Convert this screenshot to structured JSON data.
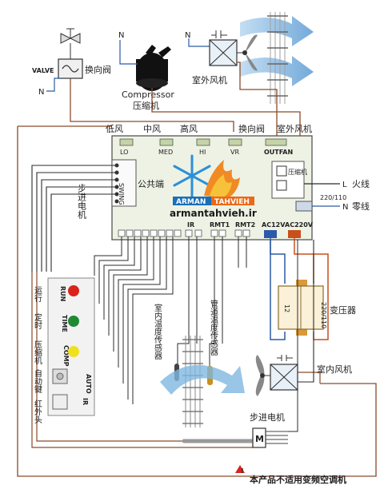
{
  "valve": {
    "tag": "VALVE",
    "name": "换向阀",
    "neutral": "N"
  },
  "compressor": {
    "name_en": "Compressor",
    "name_cn": "压缩机",
    "neutral": "N"
  },
  "outdoor_fan": {
    "name": "室外风机",
    "neutral": "N"
  },
  "board_top_labels": {
    "low": "低风",
    "mid": "中风",
    "high": "高风",
    "valve": "换向阀",
    "outfan": "室外风机"
  },
  "board": {
    "lo": "LO",
    "med": "MED",
    "hi": "HI",
    "vr": "VR",
    "outfan": "OUTFAN",
    "swing": "SWING",
    "common": "公共端",
    "ir": "IR",
    "rmt1": "RMT1",
    "rmt2": "RMT2",
    "ac12v": "AC12V",
    "ac220v": "AC220V",
    "relay_label": "压缩机"
  },
  "stepper_left": "步进电机",
  "power": {
    "live": "L",
    "live_cn": "火线",
    "neutral": "N",
    "neutral_cn": "零线",
    "voltage": "220/110"
  },
  "transformer": {
    "name": "变压器",
    "left_val": "12",
    "right_val": "220/110"
  },
  "panel": {
    "run": "RUN",
    "run_cn": "运行",
    "time": "TIME",
    "time_cn": "定时",
    "comp": "COMP",
    "comp_cn": "压缩机",
    "auto": "AUTO",
    "auto_cn": "自动键",
    "ir": "IR",
    "ir_cn": "红外头",
    "led_colors": {
      "run": "#d9241c",
      "time": "#1f8a32",
      "comp": "#f0e020"
    }
  },
  "sensors": {
    "room": "室内温度传感器",
    "pipe": "管道温度传感器"
  },
  "indoor_fan": {
    "name": "室内风机"
  },
  "stepper_bottom": {
    "name": "步进电机",
    "mark": "M"
  },
  "footer": {
    "warning": "本产品不适用变频空调机"
  },
  "watermark": {
    "brand1": "ARMAN",
    "brand2": "TAHVIEH",
    "url": "armantahvieh.ir"
  },
  "colors": {
    "wire_dark": "#2b2b2b",
    "wire_brown": "#8a4a2a",
    "wire_blue": "#2c5aa8",
    "wire_orange": "#c8501a",
    "board": "#eef2e4",
    "airflow": "#7fb6e0"
  }
}
